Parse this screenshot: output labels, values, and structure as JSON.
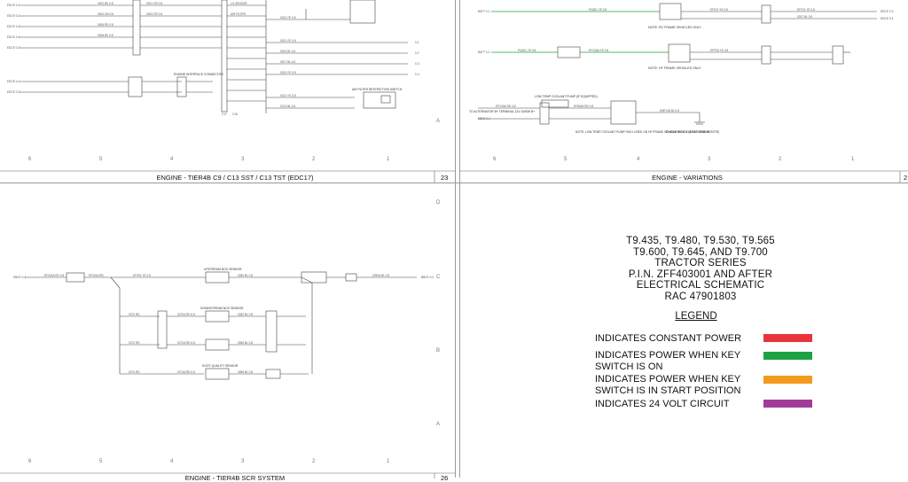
{
  "panels": {
    "top_left": {
      "title": "ENGINE - TIER4B C9 / C13 SST / C13 TST (EDC17)",
      "page": "23"
    },
    "top_right": {
      "title": "ENGINE - VARIATIONS",
      "page": "2"
    },
    "bottom_left": {
      "title": "ENGINE - TIER4B SCR SYSTEM",
      "page": "26"
    }
  },
  "grid": {
    "columns": [
      "6",
      "5",
      "4",
      "3",
      "2",
      "1"
    ],
    "rows": [
      "D",
      "C",
      "B",
      "A"
    ]
  },
  "top_left_labels": {
    "connector": "ENGINE INTERFACE CONNECTOR",
    "switch": "AIR FILTER RESTRICTION SWITCH"
  },
  "top_right_labels": {
    "note_rc": "NOTE: RC FRAME VEHICLES ONLY",
    "note_hf": "NOTE: HF FRAME VEHICLES ONLY",
    "pump": "LOW TEMP COOLANT PUMP (IF EQUIPPED)",
    "alternator": "TO ALTERNATOR B+ TERMINAL 12V UNSW B+",
    "pump_note": "NOTE: LOW TEMP COOLANT PUMP ONLY USED ON HF FRAME VEHICLE WITH C13 TST ENGINE",
    "ground": "ENGINE BLOCK (NEAR GRID HEATER)"
  },
  "bottom_left_labels": {
    "sensor1": "UPSTREAM NOX SENSOR",
    "sensor2": "DOWNSTREAM NOX SENSOR",
    "sensor3": "SOOT QUALITY SENSOR"
  },
  "title_block": {
    "lines": [
      "T9.435, T9.480, T9.530, T9.565",
      "T9.600, T9.645, AND T9.700",
      "TRACTOR SERIES",
      "P.I.N. ZFF403001 AND AFTER",
      "ELECTRICAL SCHEMATIC",
      "RAC 47901803"
    ]
  },
  "legend": {
    "heading": "LEGEND",
    "items": [
      {
        "text": "INDICATES CONSTANT POWER",
        "color": "#e8343a"
      },
      {
        "text": "INDICATES POWER WHEN KEY SWITCH IS ON",
        "color": "#1ea243"
      },
      {
        "text": "INDICATES POWER WHEN KEY SWITCH IS IN START POSITION",
        "color": "#f39a1e"
      },
      {
        "text": "INDICATES 24 VOLT CIRCUIT",
        "color": "#a23b98"
      }
    ]
  }
}
